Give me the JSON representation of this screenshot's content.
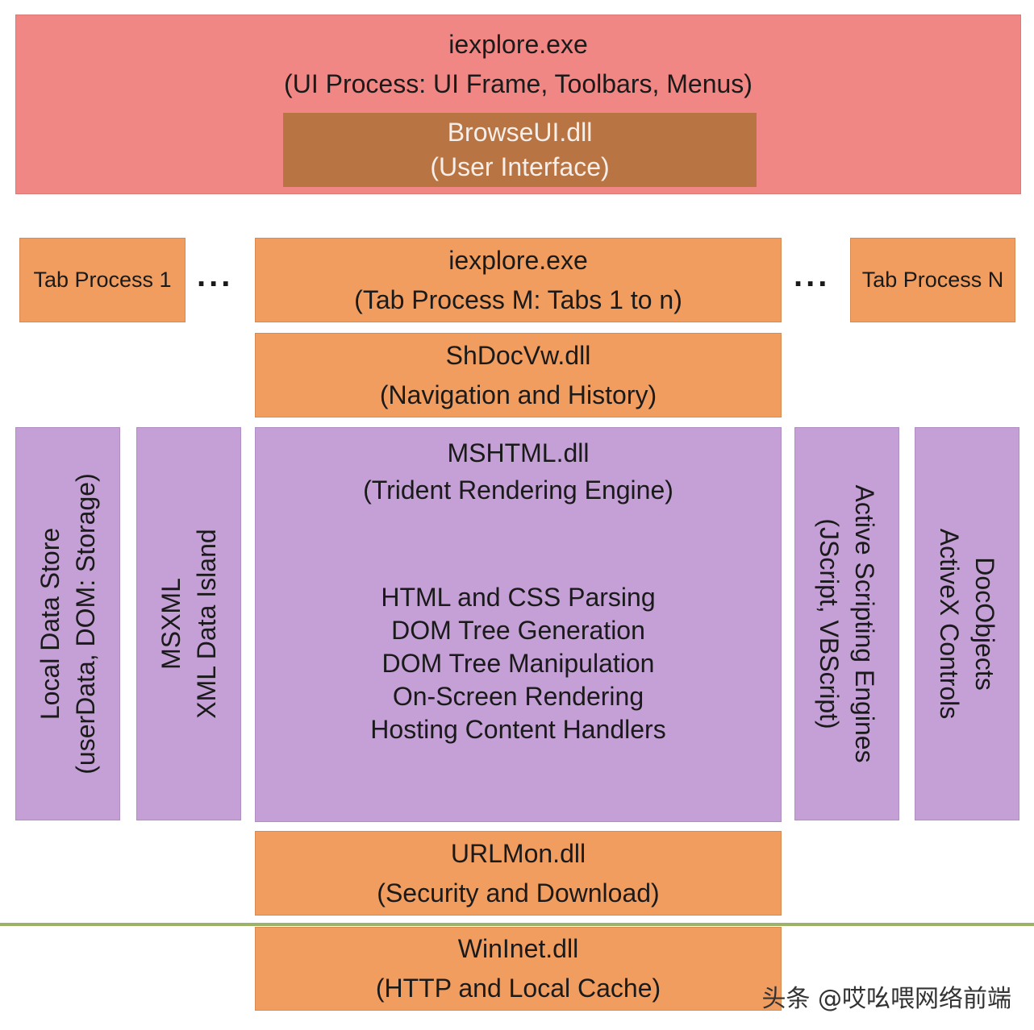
{
  "ui_process": {
    "title": "iexplore.exe",
    "subtitle": "(UI Process: UI Frame, Toolbars, Menus)",
    "browseui": {
      "title": "BrowseUI.dll",
      "subtitle": "(User Interface)"
    }
  },
  "tab_processes": {
    "first": "Tab Process 1",
    "ellipsis": "...",
    "middle": {
      "title": "iexplore.exe",
      "subtitle": "(Tab Process M: Tabs 1 to n)"
    },
    "last": "Tab Process N"
  },
  "shdocvw": {
    "title": "ShDocVw.dll",
    "subtitle": "(Navigation and History)"
  },
  "mshtml": {
    "title": "MSHTML.dll",
    "subtitle": "(Trident Rendering Engine)",
    "features": [
      "HTML and CSS Parsing",
      "DOM Tree Generation",
      "DOM Tree Manipulation",
      "On-Screen Rendering",
      "Hosting Content Handlers"
    ]
  },
  "local_data_store": {
    "title": "Local Data Store",
    "subtitle": "(userData, DOM: Storage)"
  },
  "msxml": {
    "title": "MSXML",
    "subtitle": "XML Data Island"
  },
  "scripting": {
    "title": "Active Scripting Engines",
    "subtitle": "(JScript, VBScript)"
  },
  "docobjects": {
    "title": "DocObjects",
    "subtitle": "ActiveX Controls"
  },
  "urlmon": {
    "title": "URLMon.dll",
    "subtitle": "(Security and Download)"
  },
  "wininet": {
    "title": "WinInet.dll",
    "subtitle": "(HTTP and Local Cache)"
  },
  "watermark": "头条 @哎吆喂网络前端",
  "colors": {
    "ui_process": "#f08784",
    "browseui": "#b87442",
    "orange": "#f19d60",
    "purple": "#c4a0d6",
    "divider": "#9cb267"
  }
}
